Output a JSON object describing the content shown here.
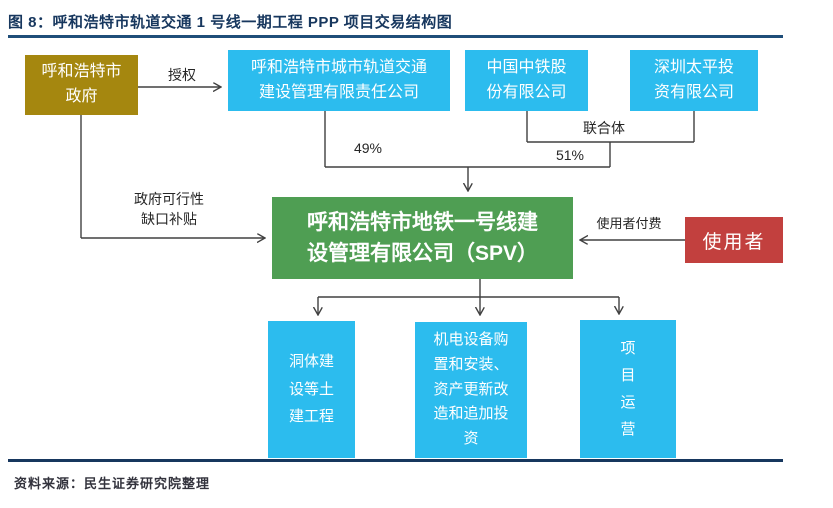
{
  "title": "图 8：呼和浩特市轨道交通 1 号线一期工程 PPP 项目交易结构图",
  "source": "资料来源：民生证券研究院整理",
  "nodes": {
    "government": "呼和浩特市\n政府",
    "rail_group": "呼和浩特市城市轨道交通\n建设管理有限责任公司",
    "crec": "中国中铁股\n份有限公司",
    "taiping": "深圳太平投\n资有限公司",
    "spv": "呼和浩特市地铁一号线建\n设管理有限公司（SPV）",
    "user": "使用者",
    "civil_works": "洞体建\n设等土\n建工程",
    "equipment": "机电设备购\n置和安装、\n资产更新改\n造和追加投\n资",
    "operation": "项\n目\n运\n营"
  },
  "labels": {
    "authorize": "授权",
    "stake_rail_group": "49%",
    "stake_consortium": "51%",
    "consortium": "联合体",
    "subsidy": "政府可行性\n缺口补贴",
    "user_payment": "使用者付费"
  },
  "colors": {
    "title_navy": "#17375E",
    "top_rule_blue": "#1F4E79",
    "bottom_rule_navy": "#17375E",
    "government_gold": "#A5870F",
    "company_cyan": "#2CBCEE",
    "spv_green": "#4F9E53",
    "user_red": "#C2403E",
    "connector_gray": "#404040"
  }
}
